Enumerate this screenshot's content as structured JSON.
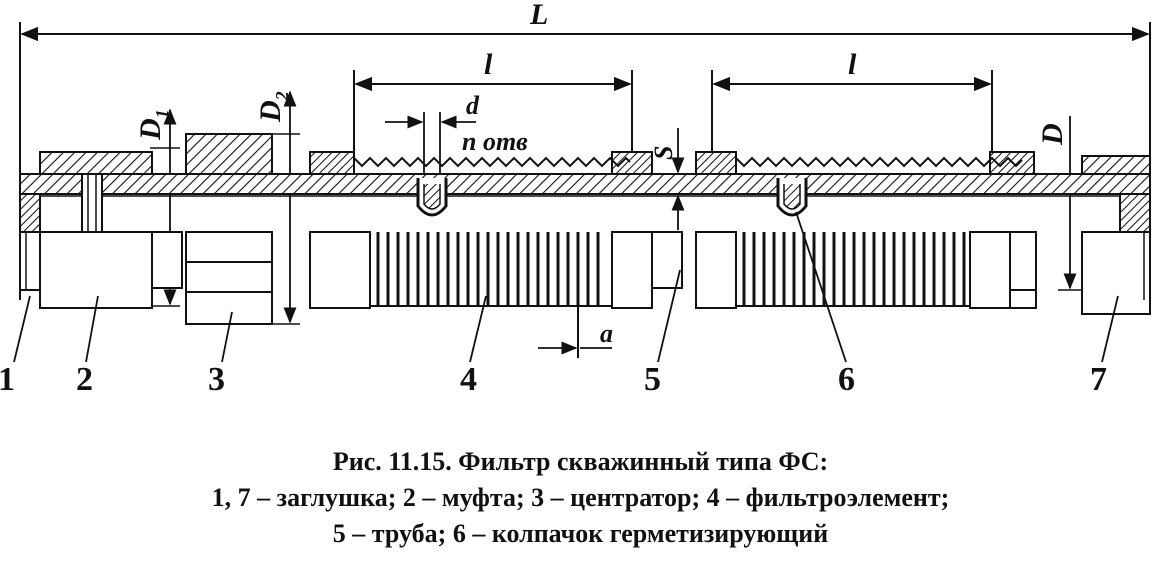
{
  "dimensions": {
    "overall_length": "L",
    "filter_length_left": "l",
    "filter_length_right": "l",
    "hole_diameter": "d",
    "hole_count": "n отв",
    "wall_thickness": "S",
    "diameter": "D",
    "diameter_1_main": "D",
    "diameter_1_sub": "1",
    "diameter_2_main": "D",
    "diameter_2_sub": "2",
    "gap": "a"
  },
  "parts": [
    "1",
    "2",
    "3",
    "4",
    "5",
    "6",
    "7"
  ],
  "caption": {
    "line1": "Рис. 11.15. Фильтр скважинный типа ФС:",
    "line2": "1, 7 – заглушка; 2 – муфта; 3 – центратор; 4 – фильтроэлемент;",
    "line3": "5 – труба; 6 – колпачок герметизирующий"
  }
}
